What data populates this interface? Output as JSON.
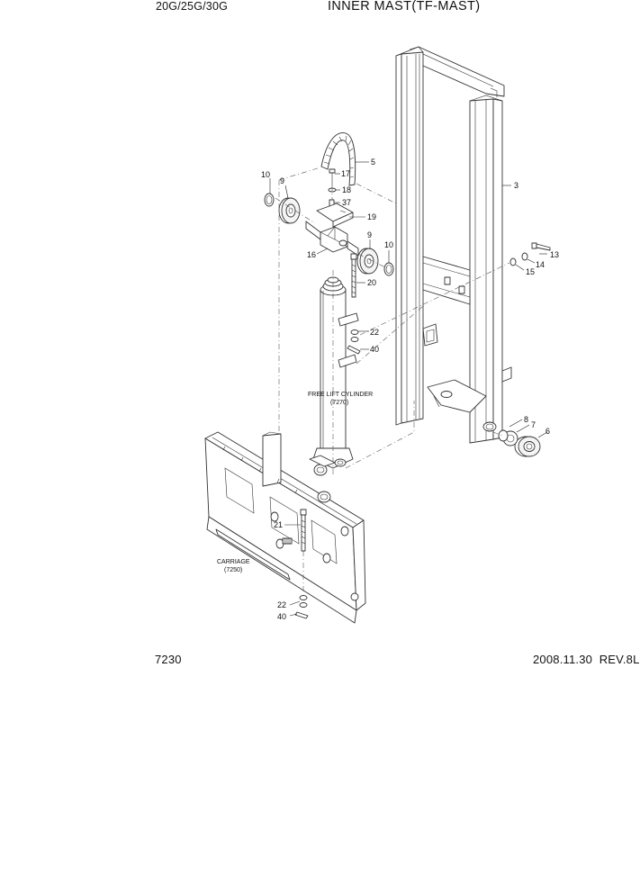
{
  "header": {
    "model": "20G/25G/30G",
    "title": "INNER MAST(TF-MAST)"
  },
  "footer": {
    "page_number": "7230",
    "date_rev": "2008.11.30  REV.8L"
  },
  "diagram": {
    "labels": {
      "free_lift_cylinder": "FREE LIFT CYLINDER",
      "free_lift_cylinder_ref": "(7270)",
      "carriage": "CARRIAGE",
      "carriage_ref": "(7250)"
    },
    "callouts": [
      {
        "id": "c-5",
        "text": "5"
      },
      {
        "id": "c-17",
        "text": "17"
      },
      {
        "id": "c-18",
        "text": "18"
      },
      {
        "id": "c-37",
        "text": "37"
      },
      {
        "id": "c-19",
        "text": "19"
      },
      {
        "id": "c-10a",
        "text": "10"
      },
      {
        "id": "c-9a",
        "text": "9"
      },
      {
        "id": "c-9b",
        "text": "9"
      },
      {
        "id": "c-10b",
        "text": "10"
      },
      {
        "id": "c-16",
        "text": "16"
      },
      {
        "id": "c-20",
        "text": "20"
      },
      {
        "id": "c-3",
        "text": "3"
      },
      {
        "id": "c-13",
        "text": "13"
      },
      {
        "id": "c-14",
        "text": "14"
      },
      {
        "id": "c-15",
        "text": "15"
      },
      {
        "id": "c-22a",
        "text": "22"
      },
      {
        "id": "c-40a",
        "text": "40"
      },
      {
        "id": "c-8",
        "text": "8"
      },
      {
        "id": "c-7",
        "text": "7"
      },
      {
        "id": "c-6",
        "text": "6"
      },
      {
        "id": "c-21",
        "text": "21"
      },
      {
        "id": "c-22b",
        "text": "22"
      },
      {
        "id": "c-40b",
        "text": "40"
      }
    ]
  }
}
